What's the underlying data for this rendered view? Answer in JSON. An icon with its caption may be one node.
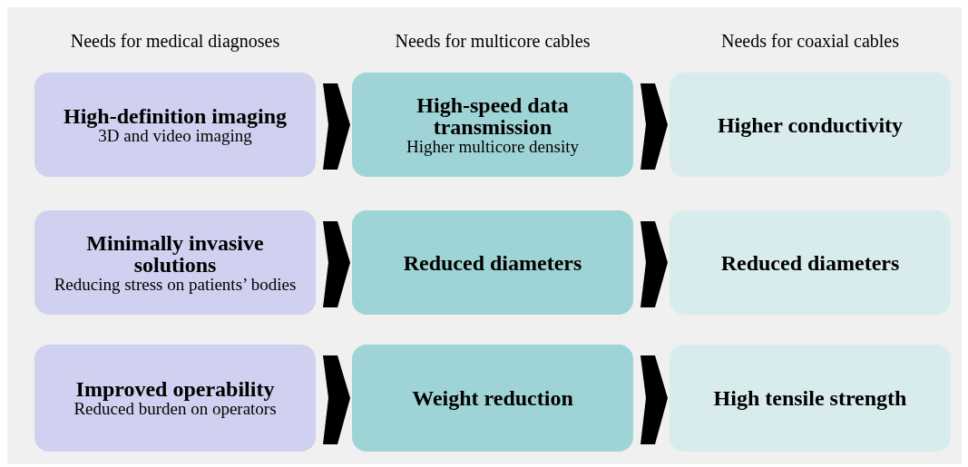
{
  "diagram": {
    "nodes": [
      {
        "text": [
          "High-definition imaging",
          "3D and video imaging"
        ]
      },
      {
        "text": [
          "High-speed data transmission",
          "Higher multicore density"
        ]
      },
      {
        "text": [
          "Higher conductivity"
        ]
      },
      {
        "text": [
          "Minimally invasive solutions",
          "Reducing stress on patients’ bodies"
        ]
      },
      {
        "text": [
          "Reduced diameters"
        ]
      },
      {
        "text": [
          "Reduced diameters"
        ]
      },
      {
        "text": [
          "Improved operability",
          "Reduced burden on operators"
        ]
      },
      {
        "text": [
          "Weight reduction"
        ]
      },
      {
        "text": [
          "High tensile strength"
        ]
      }
    ],
    "edges": [
      {
        "from": 0,
        "to": 1,
        "arrow": "to"
      },
      {
        "from": 1,
        "to": 2,
        "arrow": "to"
      },
      {
        "from": 3,
        "to": 4,
        "arrow": "to"
      },
      {
        "from": 4,
        "to": 5,
        "arrow": "to"
      },
      {
        "from": 6,
        "to": 7,
        "arrow": "to"
      },
      {
        "from": 7,
        "to": 8,
        "arrow": "to"
      }
    ],
    "labels": [
      "Needs for medical diagnoses",
      "Needs for multicore cables",
      "Needs for coaxial cables"
    ]
  }
}
